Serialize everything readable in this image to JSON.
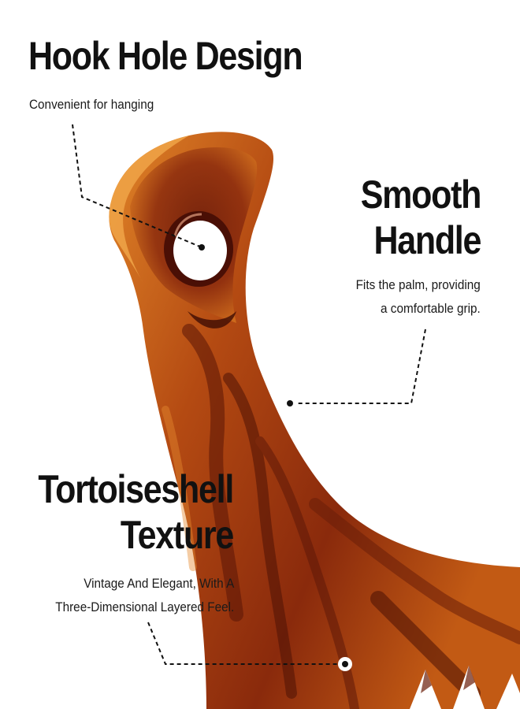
{
  "features": {
    "hook": {
      "title": "Hook Hole Design",
      "desc": "Convenient for hanging"
    },
    "handle": {
      "title_lines": [
        "Smooth",
        "Handle"
      ],
      "desc_lines": [
        "Fits the palm, providing",
        "a comfortable grip."
      ]
    },
    "texture": {
      "title_lines": [
        "Tortoiseshell",
        "Texture"
      ],
      "desc_lines": [
        "Vintage And Elegant, With A",
        "Three-Dimensional Layered Feel."
      ]
    }
  },
  "colors": {
    "tortoise_light": "#d9781f",
    "tortoise_mid": "#a63a10",
    "tortoise_dark": "#5e1608",
    "text": "#111111",
    "background": "#ffffff"
  }
}
